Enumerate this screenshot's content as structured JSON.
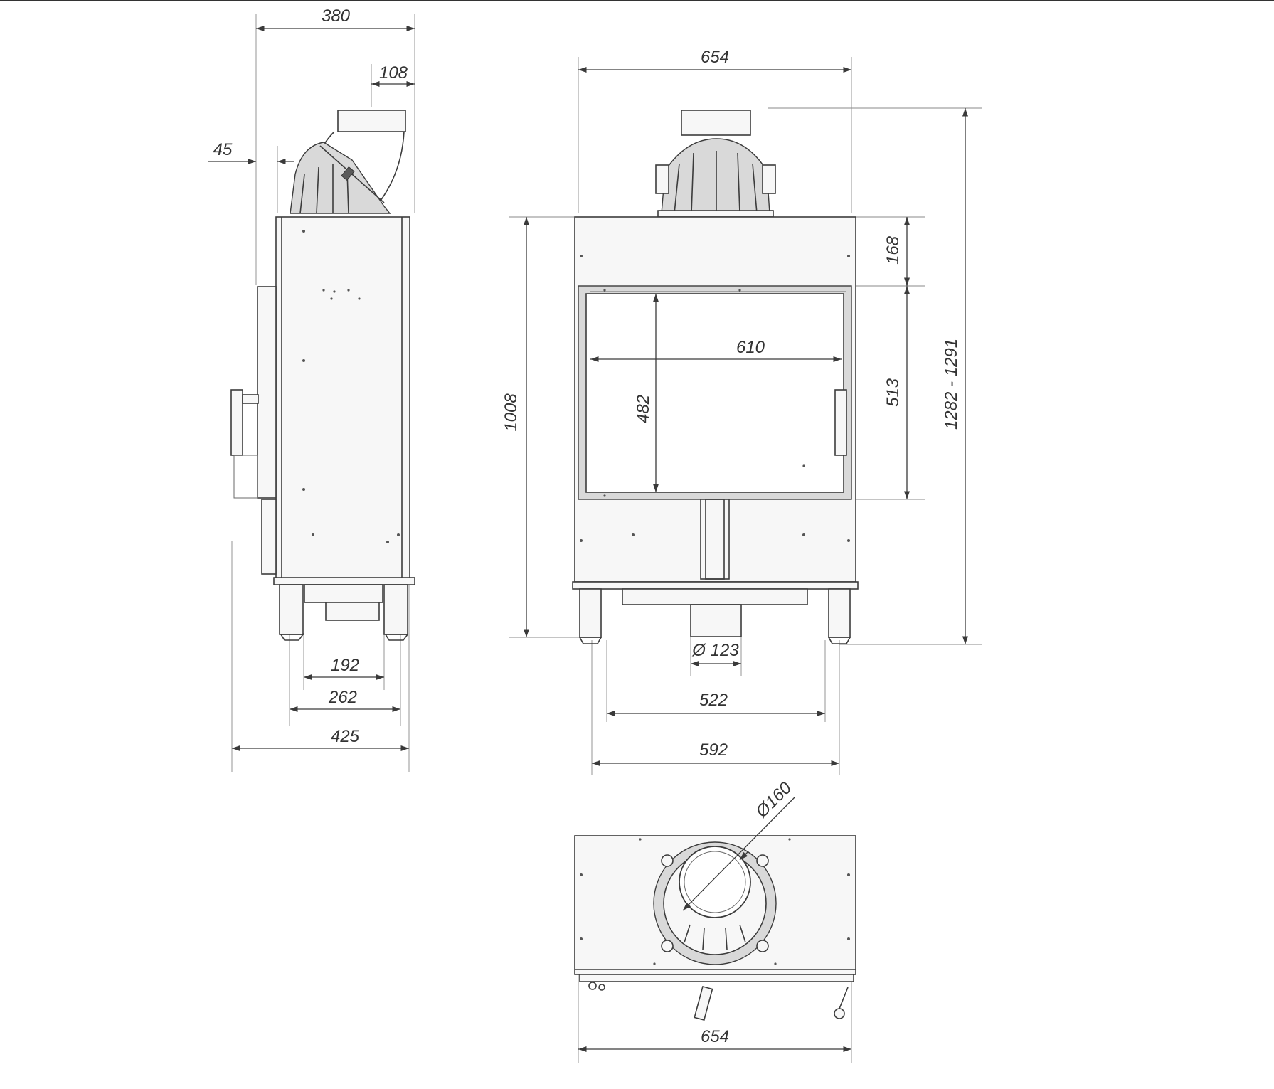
{
  "dimensions": {
    "side_depth_top": "380",
    "side_flue_offset": "108",
    "side_door_offset": "45",
    "side_legs_inner": "192",
    "side_legs_outer": "262",
    "side_total_depth": "425",
    "front_width": "654",
    "front_opening_width": "610",
    "front_opening_height": "482",
    "front_body_height": "1008",
    "front_top_band": "168",
    "front_door_height": "513",
    "front_total_height": "1282 - 1291",
    "front_air_inlet": "Ø 123",
    "front_legs_inner": "522",
    "front_legs_outer": "592",
    "top_flue_diameter": "Ø160",
    "top_width": "654"
  },
  "colors": {
    "line": "#3c3c3c",
    "dimension_text": "#333333",
    "background": "#ffffff"
  }
}
